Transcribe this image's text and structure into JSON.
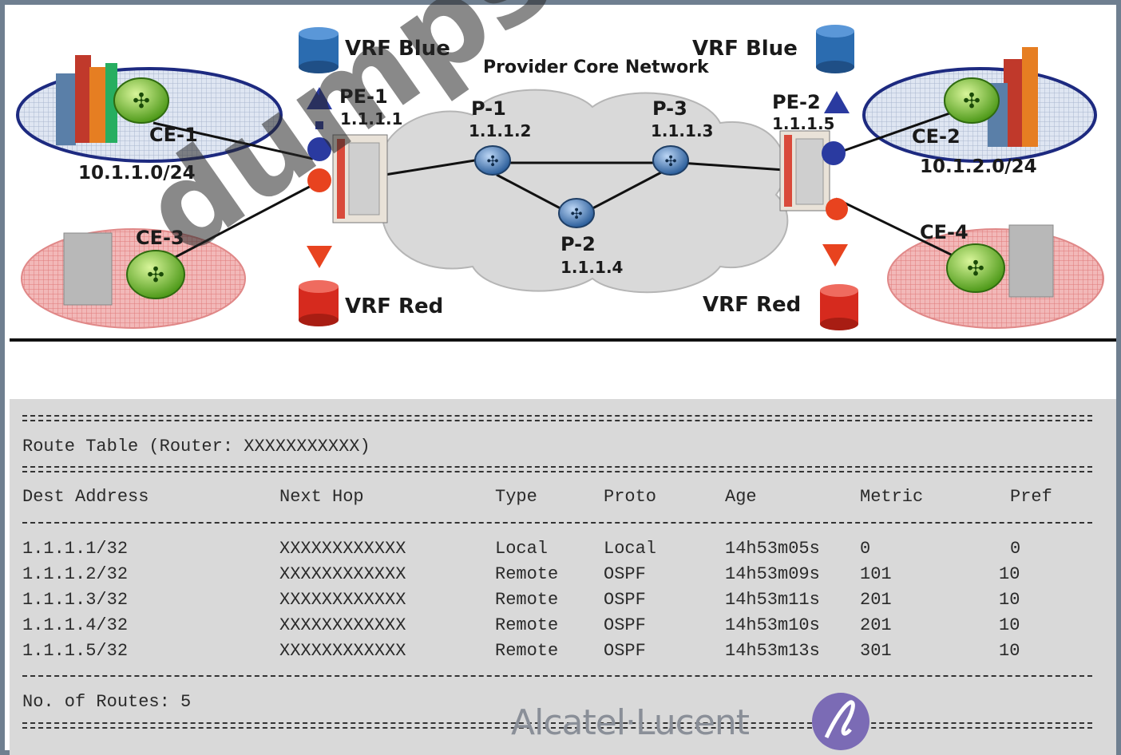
{
  "diagram": {
    "title": "Provider Core Network",
    "vrf_blue_left": "VRF Blue",
    "vrf_blue_right": "VRF Blue",
    "vrf_red_left": "VRF Red",
    "vrf_red_right": "VRF Red",
    "nodes": [
      {
        "name": "PE-1",
        "ip": "1.1.1.1"
      },
      {
        "name": "P-1",
        "ip": "1.1.1.2"
      },
      {
        "name": "P-3",
        "ip": "1.1.1.3"
      },
      {
        "name": "PE-2",
        "ip": "1.1.1.5"
      },
      {
        "name": "P-2",
        "ip": "1.1.1.4"
      },
      {
        "name": "CE-1",
        "ip": "10.1.1.0/24"
      },
      {
        "name": "CE-2",
        "ip": "10.1.2.0/24"
      },
      {
        "name": "CE-3",
        "ip": ""
      },
      {
        "name": "CE-4",
        "ip": ""
      }
    ],
    "colors": {
      "blue": "#2b6cb0",
      "red": "#d62a1e",
      "router_green": "#7ed321",
      "core_cloud": "#d8d8d8"
    }
  },
  "route_table": {
    "header": "Route Table (Router: XXXXXXXXXXX)",
    "columns": [
      "Dest Address",
      "Next Hop",
      "Type",
      "Proto",
      "Age",
      "Metric",
      "Pref"
    ],
    "rows": [
      [
        "1.1.1.1/32",
        "XXXXXXXXXXXX",
        "Local",
        "Local",
        "14h53m05s",
        "0",
        "0"
      ],
      [
        "1.1.1.2/32",
        "XXXXXXXXXXXX",
        "Remote",
        "OSPF",
        "14h53m09s",
        "101",
        "10"
      ],
      [
        "1.1.1.3/32",
        "XXXXXXXXXXXX",
        "Remote",
        "OSPF",
        "14h53m11s",
        "201",
        "10"
      ],
      [
        "1.1.1.4/32",
        "XXXXXXXXXXXX",
        "Remote",
        "OSPF",
        "14h53m10s",
        "201",
        "10"
      ],
      [
        "1.1.1.5/32",
        "XXXXXXXXXXXX",
        "Remote",
        "OSPF",
        "14h53m13s",
        "301",
        "10"
      ]
    ],
    "footer": "No. of Routes: 5"
  },
  "watermark": "dumpsdb.com",
  "logo": "Alcatel·Lucent"
}
